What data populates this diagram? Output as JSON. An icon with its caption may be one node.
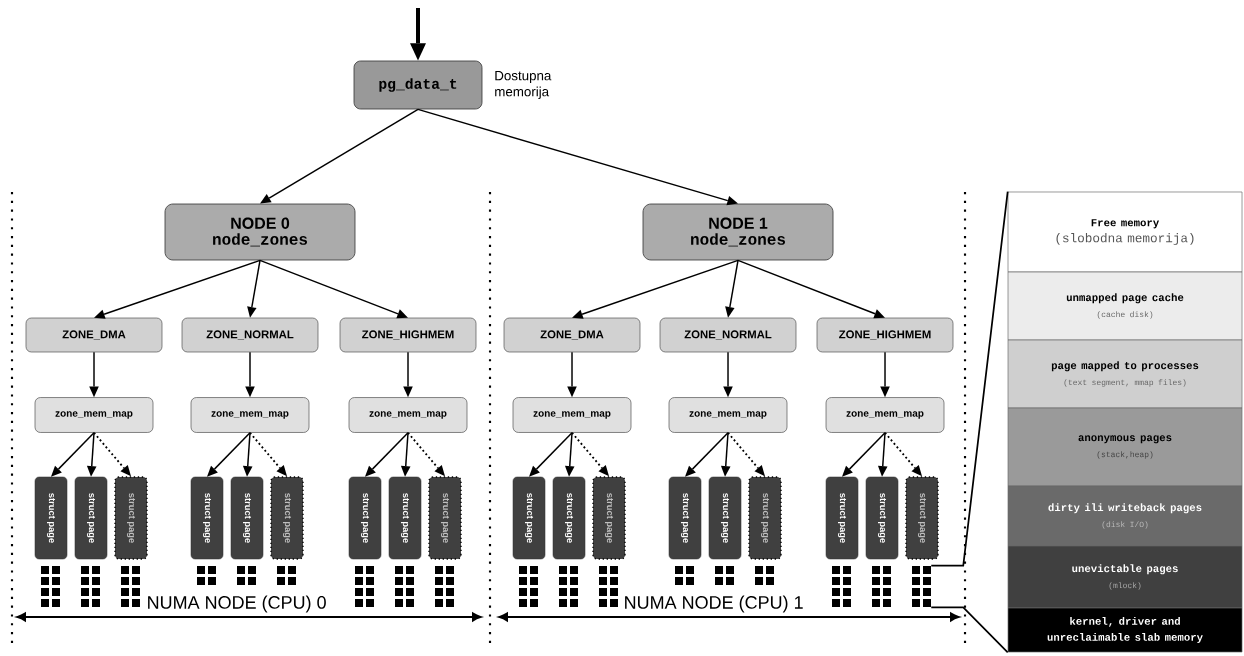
{
  "diagram": {
    "nodes": [
      {
        "text": [
          "pg_data_t"
        ],
        "beside": [
          "Dostupna memorija"
        ]
      },
      {
        "text": [
          "NODE 0",
          "node_zones"
        ]
      },
      {
        "text": [
          "NODE 1",
          "node_zones"
        ]
      },
      {
        "text": [
          "ZONE_DMA"
        ]
      },
      {
        "text": [
          "ZONE_NORMAL"
        ]
      },
      {
        "text": [
          "ZONE_HIGHMEM"
        ]
      },
      {
        "text": [
          "ZONE_DMA"
        ]
      },
      {
        "text": [
          "ZONE_NORMAL"
        ]
      },
      {
        "text": [
          "ZONE_HIGHMEM"
        ]
      },
      {
        "text": [
          "zone_mem_map"
        ]
      },
      {
        "text": [
          "zone_mem_map"
        ]
      },
      {
        "text": [
          "zone_mem_map"
        ]
      },
      {
        "text": [
          "zone_mem_map"
        ]
      },
      {
        "text": [
          "zone_mem_map"
        ]
      },
      {
        "text": [
          "zone_mem_map"
        ]
      },
      {
        "text": [
          "struct page"
        ]
      },
      {
        "text": [
          "struct page"
        ]
      },
      {
        "text": [
          "struct page"
        ]
      },
      {
        "text": [
          "struct page"
        ]
      },
      {
        "text": [
          "struct page"
        ]
      },
      {
        "text": [
          "struct page"
        ]
      },
      {
        "text": [
          "struct page"
        ]
      },
      {
        "text": [
          "struct page"
        ]
      },
      {
        "text": [
          "struct page"
        ]
      },
      {
        "text": [
          "struct page"
        ]
      },
      {
        "text": [
          "struct page"
        ]
      },
      {
        "text": [
          "struct page"
        ]
      },
      {
        "text": [
          "struct page"
        ]
      },
      {
        "text": [
          "struct page"
        ]
      },
      {
        "text": [
          "struct page"
        ]
      },
      {
        "text": [
          "struct page"
        ]
      },
      {
        "text": [
          "struct page"
        ]
      },
      {
        "text": [
          "struct page"
        ]
      },
      {
        "text": [
          "Free memory",
          "(slobodna memorija)"
        ]
      },
      {
        "text": [
          "unmapped page cache",
          "(cache disk)"
        ]
      },
      {
        "text": [
          "page mapped to processes",
          "(text segment, mmap files)"
        ]
      },
      {
        "text": [
          "anonymous pages",
          "(stack,heap)"
        ]
      },
      {
        "text": [
          "dirty ili writeback pages",
          "(disk I/O)"
        ]
      },
      {
        "text": [
          "unevictable pages",
          "(mlock)"
        ]
      },
      {
        "text": [
          "kernel, driver and unreclaimable slab memory"
        ]
      },
      {
        "text": [],
        "shape": "grid"
      },
      {
        "text": [],
        "shape": "grid"
      },
      {
        "text": [],
        "shape": "grid"
      },
      {
        "text": [],
        "shape": "grid"
      },
      {
        "text": [],
        "shape": "grid"
      },
      {
        "text": [],
        "shape": "grid"
      },
      {
        "text": [],
        "shape": "grid"
      },
      {
        "text": [],
        "shape": "grid"
      },
      {
        "text": [],
        "shape": "grid"
      },
      {
        "text": [],
        "shape": "grid"
      },
      {
        "text": [],
        "shape": "grid"
      },
      {
        "text": [],
        "shape": "grid"
      },
      {
        "text": [],
        "shape": "grid"
      },
      {
        "text": [],
        "shape": "grid"
      },
      {
        "text": [],
        "shape": "grid"
      },
      {
        "text": [],
        "shape": "grid"
      },
      {
        "text": [],
        "shape": "grid"
      },
      {
        "text": [],
        "shape": "grid"
      }
    ],
    "edges": [
      {
        "from": null,
        "to": 0,
        "arrow": "to",
        "style": "thick"
      },
      {
        "from": 0,
        "to": 1,
        "arrow": "to"
      },
      {
        "from": 0,
        "to": 2,
        "arrow": "to"
      },
      {
        "from": 1,
        "to": 3,
        "arrow": "to"
      },
      {
        "from": 1,
        "to": 4,
        "arrow": "to"
      },
      {
        "from": 1,
        "to": 5,
        "arrow": "to"
      },
      {
        "from": 2,
        "to": 6,
        "arrow": "to"
      },
      {
        "from": 2,
        "to": 7,
        "arrow": "to"
      },
      {
        "from": 2,
        "to": 8,
        "arrow": "to"
      },
      {
        "from": 3,
        "to": 9,
        "arrow": "to"
      },
      {
        "from": 4,
        "to": 10,
        "arrow": "to"
      },
      {
        "from": 5,
        "to": 11,
        "arrow": "to"
      },
      {
        "from": 6,
        "to": 12,
        "arrow": "to"
      },
      {
        "from": 7,
        "to": 13,
        "arrow": "to"
      },
      {
        "from": 8,
        "to": 14,
        "arrow": "to"
      },
      {
        "from": 9,
        "to": 15,
        "arrow": "to"
      },
      {
        "from": 9,
        "to": 16,
        "arrow": "to"
      },
      {
        "from": 9,
        "to": 17,
        "arrow": "to",
        "style": "dashed"
      },
      {
        "from": 10,
        "to": 18,
        "arrow": "to"
      },
      {
        "from": 10,
        "to": 19,
        "arrow": "to"
      },
      {
        "from": 10,
        "to": 20,
        "arrow": "to",
        "style": "dashed"
      },
      {
        "from": 11,
        "to": 21,
        "arrow": "to"
      },
      {
        "from": 11,
        "to": 22,
        "arrow": "to"
      },
      {
        "from": 11,
        "to": 23,
        "arrow": "to",
        "style": "dashed"
      },
      {
        "from": 12,
        "to": 24,
        "arrow": "to"
      },
      {
        "from": 12,
        "to": 25,
        "arrow": "to"
      },
      {
        "from": 12,
        "to": 26,
        "arrow": "to",
        "style": "dashed"
      },
      {
        "from": 13,
        "to": 27,
        "arrow": "to"
      },
      {
        "from": 13,
        "to": 28,
        "arrow": "to"
      },
      {
        "from": 13,
        "to": 29,
        "arrow": "to",
        "style": "dashed"
      },
      {
        "from": 14,
        "to": 30,
        "arrow": "to"
      },
      {
        "from": 14,
        "to": 31,
        "arrow": "to"
      },
      {
        "from": 14,
        "to": 32,
        "arrow": "to",
        "style": "dashed"
      },
      {
        "from": 57,
        "to": 33,
        "arrow": "none"
      },
      {
        "from": 57,
        "to": 39,
        "arrow": "none"
      }
    ],
    "labels": [
      "NUMA NODE (CPU) 0",
      "NUMA NODE (CPU) 1"
    ]
  }
}
